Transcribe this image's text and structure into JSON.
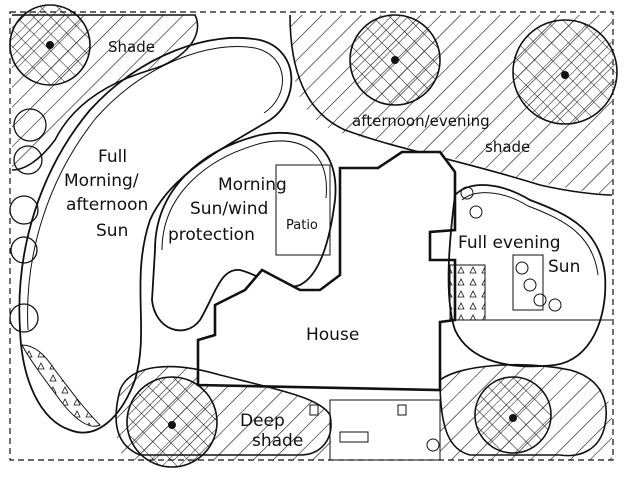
{
  "diagram": {
    "labels": {
      "shade_top_left": "Shade",
      "afternoon_evening_1": "afternoon/evening",
      "afternoon_evening_2": "shade",
      "full_morning_1": "Full",
      "full_morning_2": "Morning/",
      "full_morning_3": "afternoon",
      "full_morning_4": "Sun",
      "morning_sun_1": "Morning",
      "morning_sun_2": "Sun/wind",
      "morning_sun_3": "protection",
      "patio": "Patio",
      "full_evening_1": "Full evening",
      "full_evening_2": "Sun",
      "house": "House",
      "deep_shade_1": "Deep",
      "deep_shade_2": "shade"
    },
    "colors": {
      "ink": "#111111",
      "paper": "#ffffff"
    }
  }
}
